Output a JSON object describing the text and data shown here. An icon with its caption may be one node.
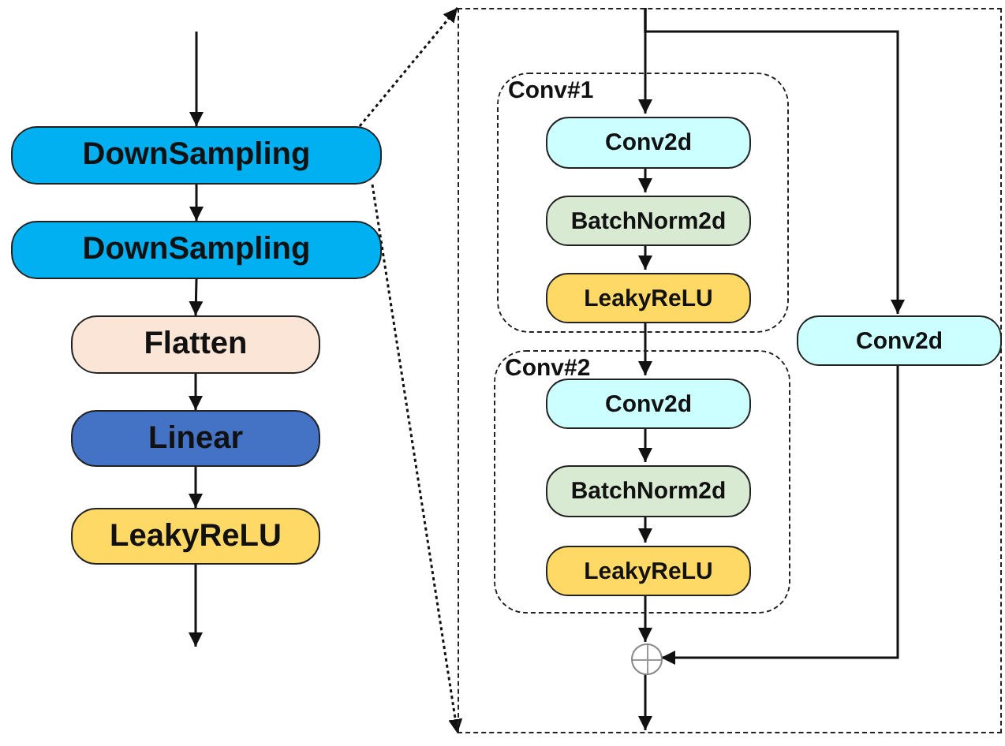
{
  "diagram": {
    "nodes": [
      {
        "text": [
          "DownSampling"
        ]
      },
      {
        "text": [
          "DownSampling"
        ]
      },
      {
        "text": [
          "Flatten"
        ]
      },
      {
        "text": [
          "Linear"
        ]
      },
      {
        "text": [
          "LeakyReLU"
        ]
      },
      {
        "text": [],
        "shape": "box"
      },
      {
        "text": [
          "Conv#1"
        ],
        "in": 5
      },
      {
        "text": [
          "Conv2d"
        ],
        "in": 6
      },
      {
        "text": [
          "BatchNorm2d"
        ],
        "in": 6
      },
      {
        "text": [
          "LeakyReLU"
        ],
        "in": 6
      },
      {
        "text": [
          "Conv#2"
        ],
        "in": 5
      },
      {
        "text": [
          "Conv2d"
        ],
        "in": 10
      },
      {
        "text": [
          "BatchNorm2d"
        ],
        "in": 10
      },
      {
        "text": [
          "LeakyReLU"
        ],
        "in": 10
      },
      {
        "text": [
          "Conv2d"
        ],
        "in": 5
      },
      {
        "text": [],
        "shape": "circle",
        "in": 5
      }
    ],
    "edges": [
      {
        "from": null,
        "to": 0,
        "arrow": "to"
      },
      {
        "from": 0,
        "to": 1,
        "arrow": "to"
      },
      {
        "from": 1,
        "to": 2,
        "arrow": "to"
      },
      {
        "from": 2,
        "to": 3,
        "arrow": "to"
      },
      {
        "from": 3,
        "to": 4,
        "arrow": "to"
      },
      {
        "from": 4,
        "to": null,
        "arrow": "to"
      },
      {
        "from": 0,
        "to": 5,
        "arrow": "to",
        "style": "dashed"
      },
      {
        "from": 0,
        "to": 5,
        "arrow": "to",
        "style": "dashed"
      },
      {
        "from": null,
        "to": 7,
        "arrow": "to"
      },
      {
        "from": null,
        "to": 14,
        "arrow": "to"
      },
      {
        "from": 7,
        "to": 8,
        "arrow": "to"
      },
      {
        "from": 8,
        "to": 9,
        "arrow": "to"
      },
      {
        "from": 9,
        "to": 11,
        "arrow": "to"
      },
      {
        "from": 11,
        "to": 12,
        "arrow": "to"
      },
      {
        "from": 12,
        "to": 13,
        "arrow": "to"
      },
      {
        "from": 13,
        "to": 15,
        "arrow": "to"
      },
      {
        "from": 14,
        "to": 15,
        "arrow": "to"
      },
      {
        "from": 15,
        "to": null,
        "arrow": "to"
      }
    ]
  }
}
